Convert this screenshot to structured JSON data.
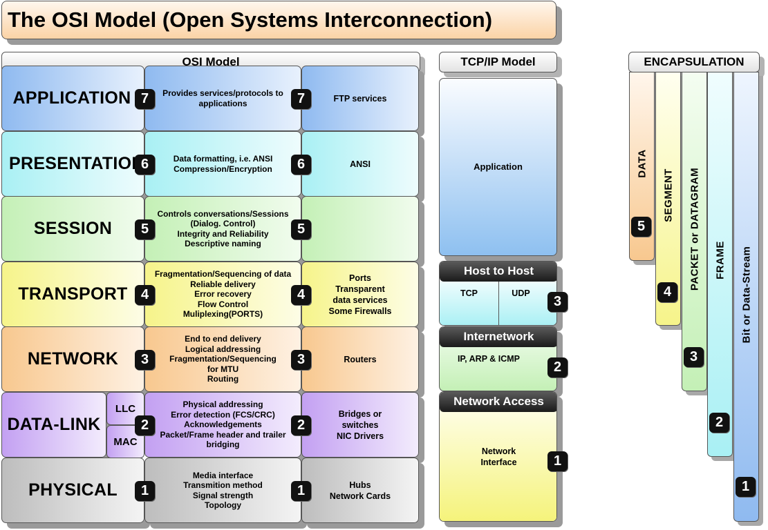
{
  "title": "The OSI Model (Open Systems Interconnection)",
  "osi_header": "OSI Model",
  "tcpip_header": "TCP/IP Model",
  "encap_header": "ENCAPSULATION",
  "layers": [
    {
      "number": "7",
      "name": "APPLICATION",
      "desc": [
        "Provides services/protocols to",
        "applications"
      ],
      "examples": [
        "FTP services"
      ]
    },
    {
      "number": "6",
      "name": "PRESENTATION",
      "desc": [
        "Data formatting, i.e. ANSI",
        "Compression/Encryption"
      ],
      "examples": [
        "ANSI"
      ]
    },
    {
      "number": "5",
      "name": "SESSION",
      "desc": [
        "Controls conversations/Sessions",
        "(Dialog. Control)",
        "Integrity and Reliability",
        "Descriptive naming"
      ],
      "examples": []
    },
    {
      "number": "4",
      "name": "TRANSPORT",
      "desc": [
        "Fragmentation/Sequencing of data",
        "Reliable delivery",
        "Error recovery",
        "Flow Control",
        "Muliplexing(PORTS)"
      ],
      "examples": [
        "Ports",
        "Transparent",
        "data services",
        "Some Firewalls"
      ]
    },
    {
      "number": "3",
      "name": "NETWORK",
      "desc": [
        "End to end delivery",
        "Logical addressing",
        "Fragmentation/Sequencing",
        "for MTU",
        "Routing"
      ],
      "examples": [
        "Routers"
      ]
    },
    {
      "number": "2",
      "name": "DATA-LINK",
      "sublayers": [
        "LLC",
        "MAC"
      ],
      "desc": [
        "Physical addressing",
        "Error detection (FCS/CRC)",
        "Acknowledgements",
        "Packet/Frame header and trailer",
        "bridging"
      ],
      "examples": [
        "Bridges or",
        "switches",
        "NIC Drivers"
      ]
    },
    {
      "number": "1",
      "name": "PHYSICAL",
      "desc": [
        "Media interface",
        "Transmition method",
        "Signal strength",
        "Topology"
      ],
      "examples": [
        "Hubs",
        "Network Cards"
      ]
    }
  ],
  "tcpip": {
    "application": "Application",
    "host_to_host": {
      "header": "Host to Host",
      "protocols": [
        "TCP",
        "UDP"
      ],
      "number": "3"
    },
    "internetwork": {
      "header": "Internetwork",
      "text": "IP, ARP & ICMP",
      "number": "2"
    },
    "network_access": {
      "header": "Network Access",
      "text": [
        "Network",
        "Interface"
      ],
      "number": "1"
    }
  },
  "encapsulation": [
    {
      "label": "DATA",
      "number": "5",
      "color": "#f8c88f"
    },
    {
      "label": "SEGMENT",
      "number": "4",
      "color": "#f6f48a"
    },
    {
      "label": "PACKET or DATAGRAM",
      "number": "3",
      "color": "#c4f0b6"
    },
    {
      "label": "FRAME",
      "number": "2",
      "color": "#a9f0f4"
    },
    {
      "label": "Bit or Data-Stream",
      "number": "1",
      "color": "#8fbaf0"
    }
  ]
}
